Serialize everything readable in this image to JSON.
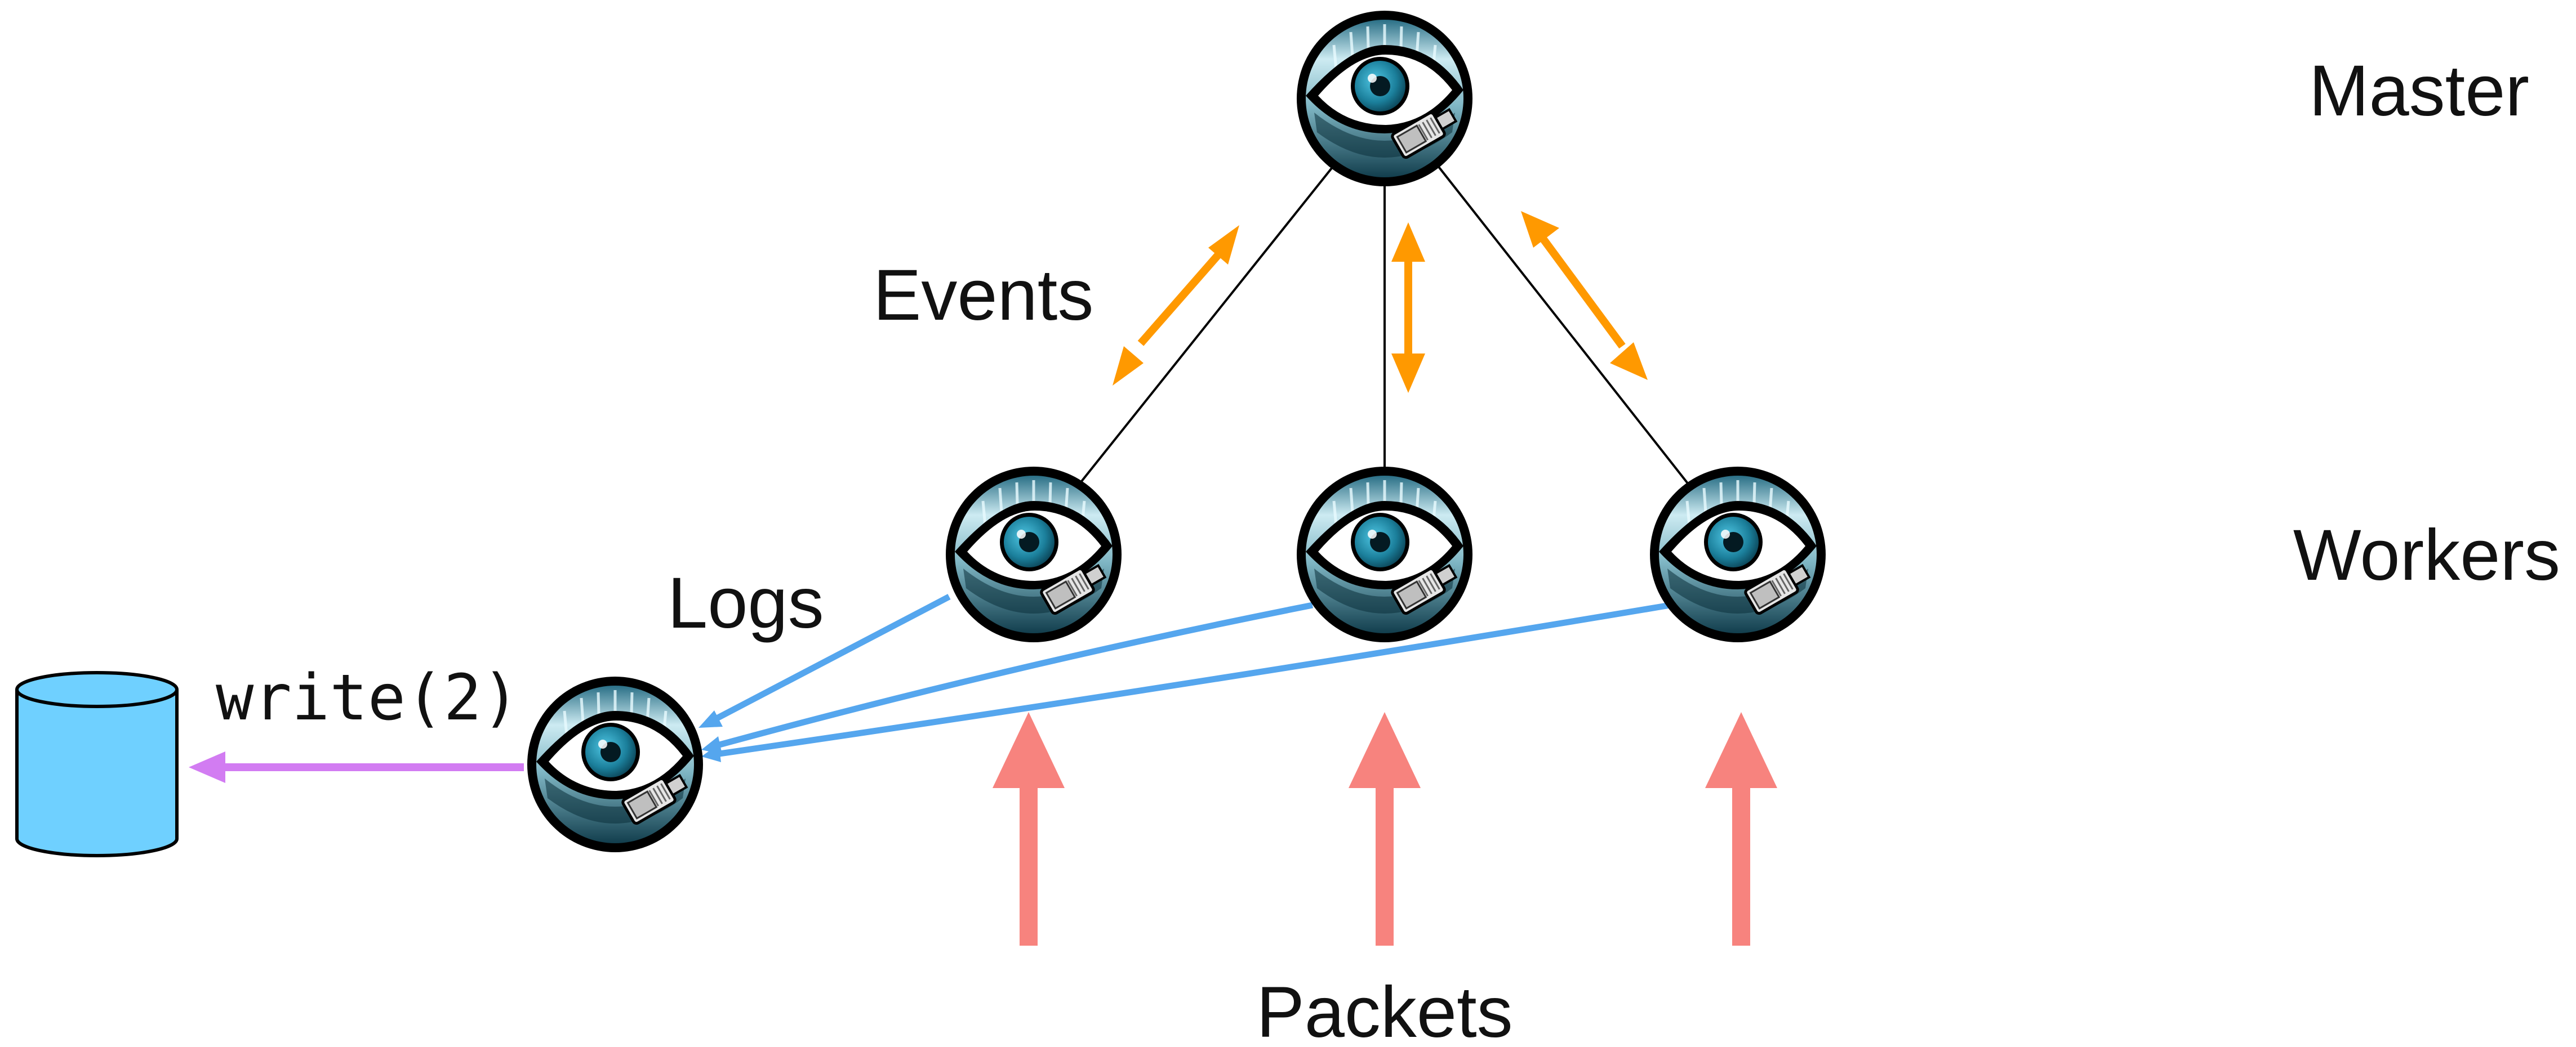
{
  "labels": {
    "master": "Master",
    "workers": "Workers",
    "events": "Events",
    "logs": "Logs",
    "write": "write(2)",
    "packets": "Packets"
  },
  "nodes": {
    "master": "zeek-logo-icon",
    "workers": [
      "zeek-logo-icon",
      "zeek-logo-icon",
      "zeek-logo-icon"
    ],
    "logger": "zeek-logo-icon",
    "storage": "disk-cylinder-icon"
  },
  "colors": {
    "events_arrow": "#ff9900",
    "logs_arrow": "#55a6ee",
    "write_arrow": "#d27cf2",
    "packets_arrow": "#f7837e",
    "storage_fill": "#6fd0ff",
    "link_line": "#000000"
  }
}
